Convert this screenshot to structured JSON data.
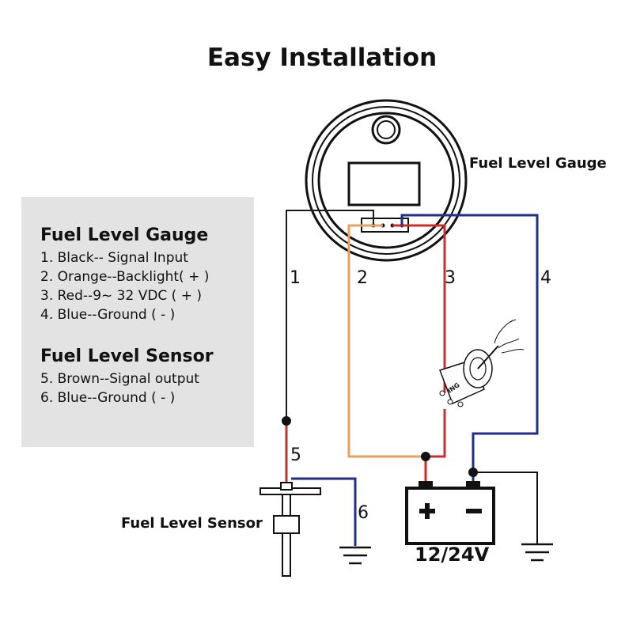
{
  "title": "Easy Installation",
  "legend": {
    "gauge_heading": "Fuel Level Gauge",
    "gauge_items": [
      "1. Black-- Signal Input",
      "2. Orange--Backlight( + )",
      "3. Red--9~ 32 VDC ( + )",
      "4. Blue--Ground ( - )"
    ],
    "sensor_heading": "Fuel Level Sensor",
    "sensor_items": [
      "5. Brown--Signal output",
      "6. Blue--Ground ( - )"
    ]
  },
  "labels": {
    "gauge": "Fuel Level Gauge",
    "sensor": "Fuel Level Sensor",
    "battery_voltage": "12/24V",
    "ignition": "ING",
    "battery_plus": "+",
    "battery_minus": "-"
  },
  "wire_numbers": [
    "1",
    "2",
    "3",
    "4",
    "5",
    "6"
  ],
  "colors": {
    "black": "#1a1a1a",
    "orange": "#e8a05c",
    "red": "#d42a2a",
    "blue": "#1f2d8c",
    "panel": "#e3e3e3"
  }
}
